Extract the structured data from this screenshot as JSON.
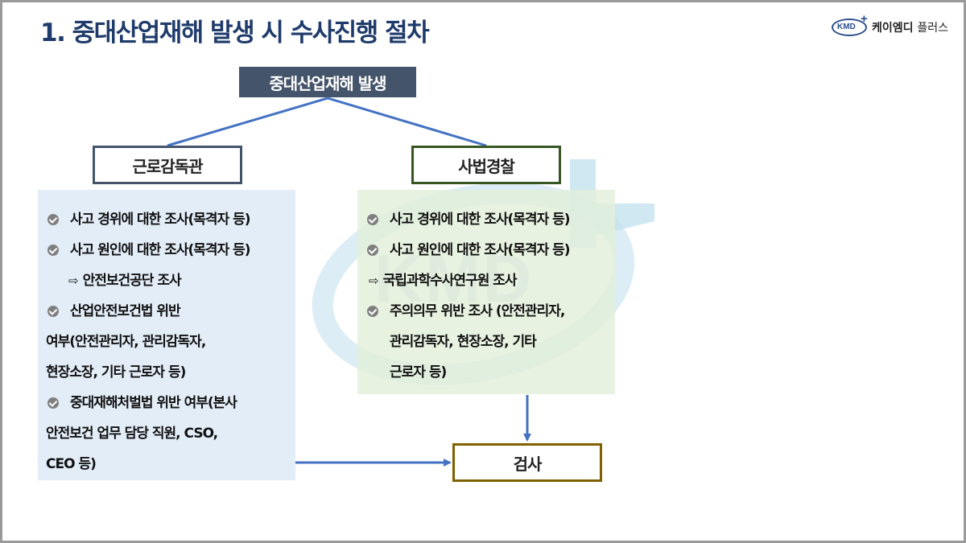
{
  "title": "1. 중대산업재해 발생 시 수사진행 절차",
  "logo": {
    "mark_text": "KMD",
    "brand_bold": "케이엠디",
    "brand_thin": "플러스"
  },
  "watermark": {
    "text": "KMD"
  },
  "event": {
    "label": "중대산업재해 발생"
  },
  "labor_inspector": {
    "label": "근로감독관",
    "items": [
      {
        "lines": [
          "사고 경위에 대한 조사(목격자 등)"
        ]
      },
      {
        "lines": [
          "사고 원인에 대한 조사(목격자 등)"
        ],
        "sub": "안전보건공단 조사"
      },
      {
        "lines": [
          "산업안전보건법 위반",
          "여부(안전관리자, 관리감독자,",
          "현장소장, 기타 근로자 등)"
        ]
      },
      {
        "lines": [
          "중대재해처벌법 위반 여부(본사",
          "안전보건 업무 담당 직원, CSO,",
          "CEO 등)"
        ]
      }
    ]
  },
  "judicial_police": {
    "label": "사법경찰",
    "items": [
      {
        "lines": [
          "사고 경위에 대한 조사(목격자 등)"
        ]
      },
      {
        "lines": [
          "사고 원인에 대한 조사(목격자 등)"
        ],
        "sub": "국립과학수사연구원 조사"
      },
      {
        "lines": [
          "주의의무 위반 조사 (안전관리자,",
          "관리감독자, 현장소장, 기타",
          "근로자 등)"
        ]
      }
    ]
  },
  "prosecutor": {
    "label": "검사"
  },
  "icons": {
    "bullet": "check-circle-icon",
    "sub_arrow": "hollow-right-arrow-icon",
    "logo_plus": "plus-icon"
  },
  "colors": {
    "title": "#1f3b6b",
    "event_fill": "#44546a",
    "labor_border": "#44546a",
    "police_border": "#375623",
    "prosecutor_border": "#806000",
    "arrow": "#4472c4",
    "labor_panel": "#deebf7",
    "police_panel": "#e2efda"
  }
}
